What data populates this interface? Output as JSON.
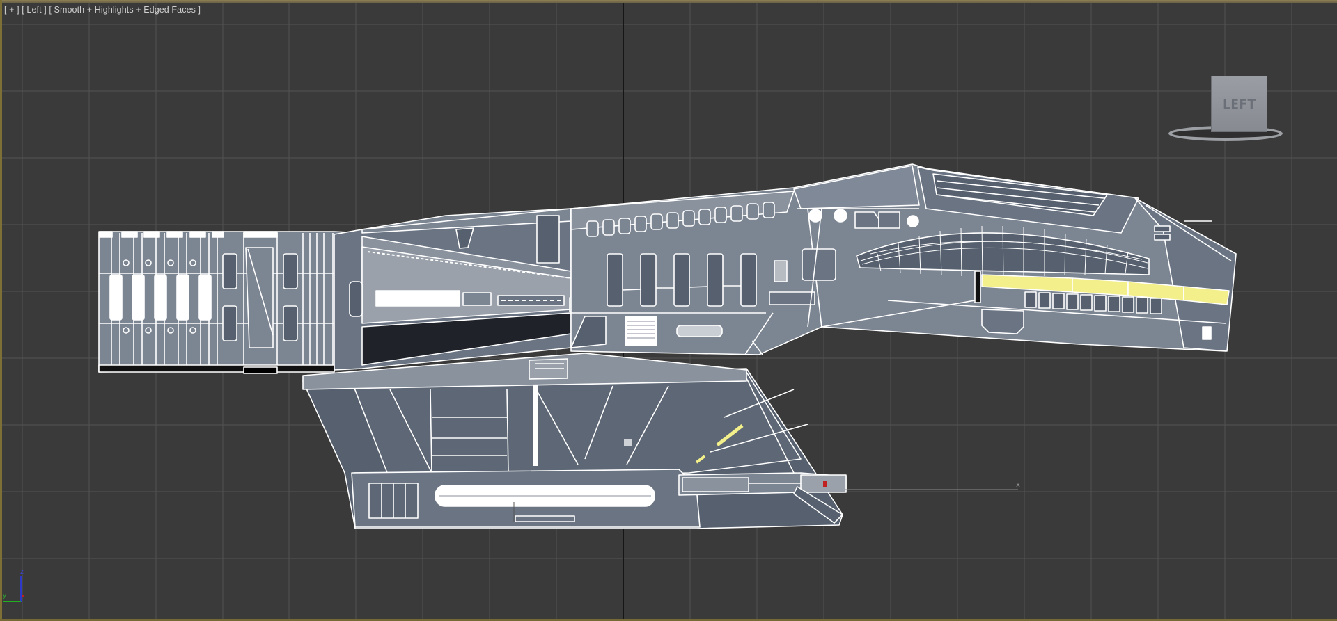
{
  "viewport": {
    "label_parts": [
      "[ + ]",
      "[ Left ]",
      "[ Smooth + Highlights + Edged Faces ]"
    ],
    "view_name": "Left",
    "shading_mode": "Smooth + Highlights + Edged Faces",
    "background_color": "#3a3a3a",
    "grid_color": "#4f4f4f",
    "axis_line_color": "#141414",
    "active_border_color": "#8d7f55"
  },
  "viewcube": {
    "face_label": "LEFT"
  },
  "axis_tripod": {
    "labels": {
      "z": "z",
      "y": "y"
    },
    "colors": {
      "z": "#2d37c8",
      "y": "#22b022",
      "x": "#c02020"
    }
  },
  "model": {
    "fill_light": "#7c8592",
    "fill_mid": "#6a7483",
    "fill_dark": "#56606e",
    "edge_color": "#ffffff",
    "highlight_yellow": "#f3ef8a",
    "gizmo_label": "x"
  }
}
